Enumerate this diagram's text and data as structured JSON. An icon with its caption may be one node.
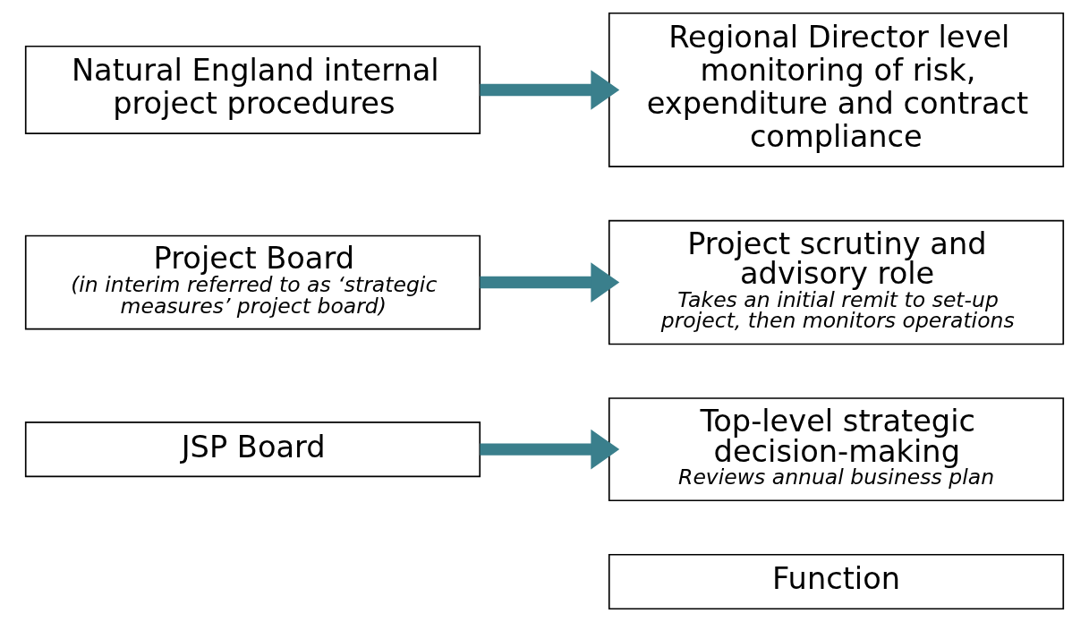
{
  "diagram": {
    "nodes": [
      {
        "text": [
          "Function"
        ]
      },
      {
        "text": [
          "JSP Board"
        ]
      },
      {
        "text": [
          "Top-level strategic decision-making",
          "Reviews annual business plan"
        ]
      },
      {
        "text": [
          "Project Board",
          "(in interim referred to as ‘strategic measures’ project board)"
        ]
      },
      {
        "text": [
          "Project scrutiny and advisory role",
          "Takes an initial remit to set-up project, then monitors operations"
        ]
      },
      {
        "text": [
          "Natural England internal project procedures"
        ]
      },
      {
        "text": [
          "Regional Director level monitoring of risk, expenditure and contract compliance"
        ]
      }
    ],
    "edges": [
      {
        "from": 1,
        "to": 2,
        "arrow": "to"
      },
      {
        "from": 3,
        "to": 4,
        "arrow": "to"
      },
      {
        "from": 5,
        "to": 6,
        "arrow": "to"
      }
    ]
  }
}
